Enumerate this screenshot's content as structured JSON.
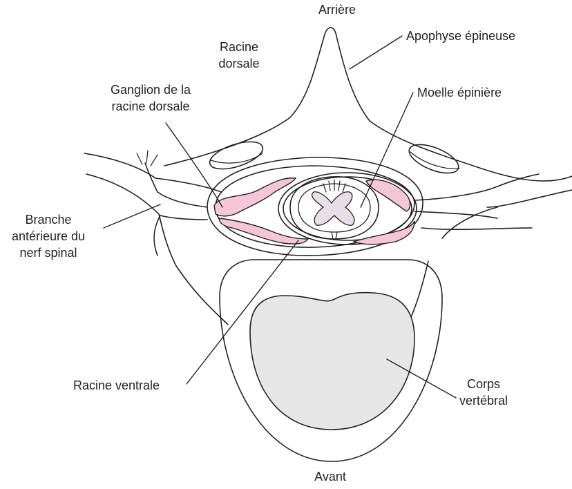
{
  "labels": {
    "arriere": "Arrière",
    "avant": "Avant",
    "racine_dorsale": [
      "Racine",
      "dorsale"
    ],
    "apophyse": "Apophyse épineuse",
    "ganglion": [
      "Ganglion de la",
      "racine dorsale"
    ],
    "moelle": "Moelle épinière",
    "branche": [
      "Branche",
      "antérieure du",
      "nerf spinal"
    ],
    "racine_ventrale": "Racine ventrale",
    "corps": [
      "Corps",
      "vertébral"
    ]
  },
  "colors": {
    "outline": "#231f20",
    "root_fill": "#f4c6d8",
    "grey_matter": "#e7dfe7",
    "body_fill": "#e6e6e6"
  }
}
